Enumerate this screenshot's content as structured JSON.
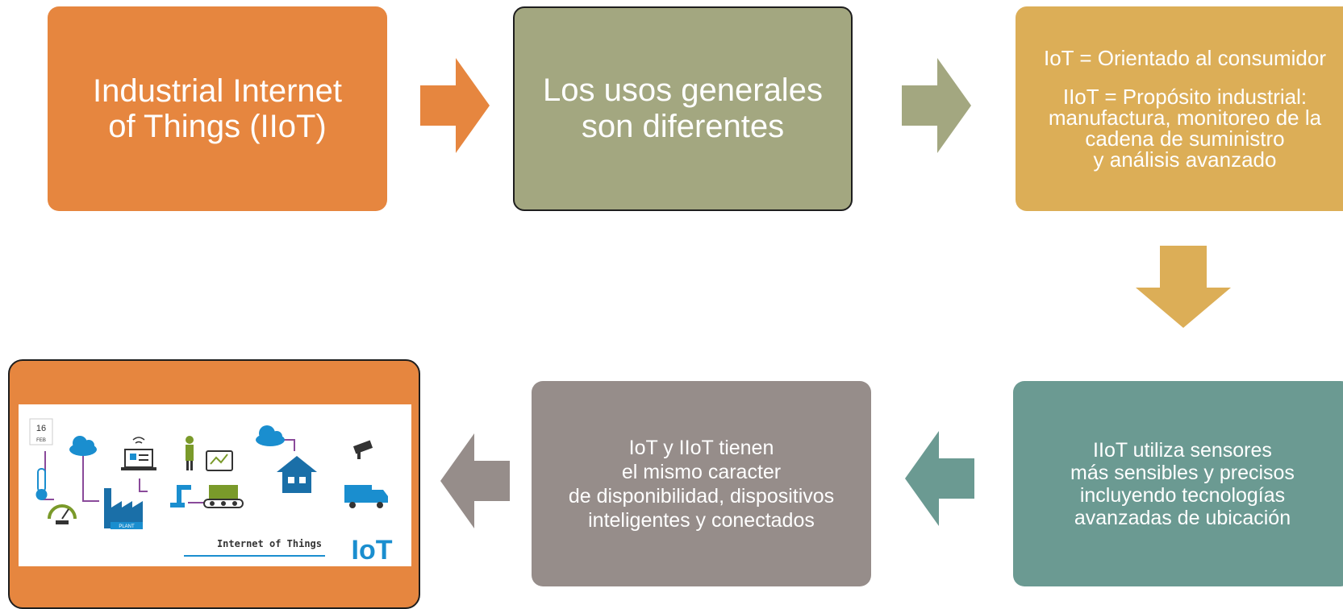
{
  "diagram": {
    "colors": {
      "orange": "#e6863f",
      "olive": "#a3a780",
      "mustard": "#dcae57",
      "teal": "#6b9a92",
      "taupe": "#968d8a",
      "icon_blue": "#1a8ecf",
      "icon_green": "#7a9a2a"
    },
    "boxes": {
      "industrial": "Industrial Internet\nof Things (IIoT)",
      "general_uses": "Los usos generales\nson diferentes",
      "iot_consumer": "IoT = Orientado al consumidor",
      "iiot_purpose": "IIoT = Propósito industrial:\nmanufactura, monitoreo de la\ncadena de suministro\ny análisis avanzado",
      "sensors": "IIoT utiliza sensores\nmás sensibles y precisos\nincluyendo tecnologías\navanzadas de ubicación",
      "same_character": "IoT y IIoT tienen\nel mismo caracter\nde disponibilidad, dispositivos\ninteligentes y conectados"
    },
    "image": {
      "calendar_day": "16",
      "calendar_month": "FEB",
      "plant_label": "PLANT",
      "caption": "Internet of Things",
      "logo": "IoT"
    },
    "icons": [
      "calendar-icon",
      "cloud-icon",
      "laptop-icon",
      "thermometer-icon",
      "gauge-icon",
      "factory-icon",
      "worker-icon",
      "tablet-icon",
      "house-icon",
      "camera-icon",
      "robot-arm-icon",
      "conveyor-icon",
      "truck-icon",
      "wifi-icon"
    ]
  }
}
